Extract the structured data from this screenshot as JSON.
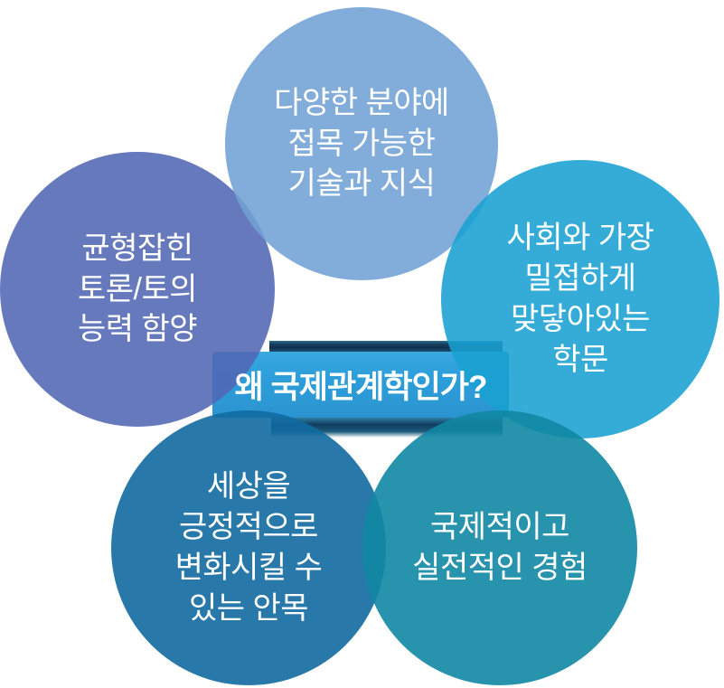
{
  "diagram": {
    "type": "circle-cluster-infographic",
    "background_color": "#ffffff",
    "center_banner": {
      "label": "왜 국제관계학인가?",
      "box_color": "#2d9fdb",
      "ribbon_color": "#123c5c",
      "text_color": "#ffffff"
    },
    "circles": [
      {
        "position": "top",
        "label": "다양한 분야에\n접목 가능한\n기술과 지식",
        "color": "#82acd9",
        "text_color": "#ffffff"
      },
      {
        "position": "upper-left",
        "label": "균형잡힌\n토론/토의\n능력 함양",
        "color": "#6678bb",
        "text_color": "#ffffff"
      },
      {
        "position": "upper-right",
        "label": "사회와 가장\n밀접하게\n맞닿아있는\n학문",
        "color": "#35acd7",
        "text_color": "#ffffff"
      },
      {
        "position": "lower-left",
        "label": "세상을\n긍정적으로\n변화시킬 수\n있는 안목",
        "color": "#2e7cab",
        "text_color": "#ffffff"
      },
      {
        "position": "lower-right",
        "label": "국제적이고\n실전적인 경험",
        "color": "#2e95ae",
        "text_color": "#ffffff"
      }
    ]
  }
}
